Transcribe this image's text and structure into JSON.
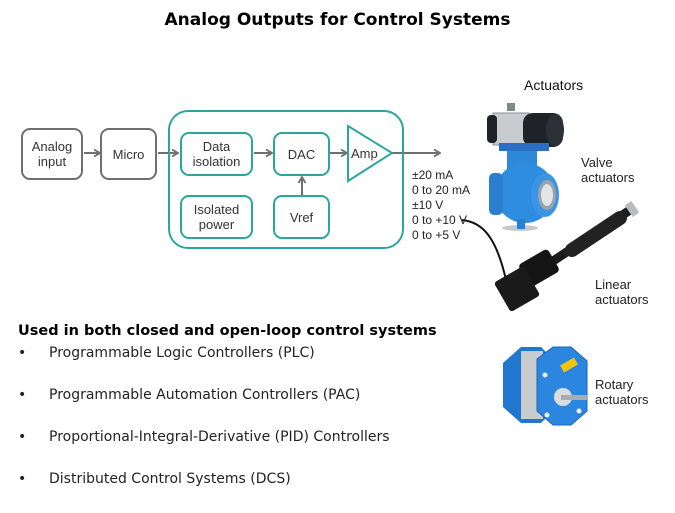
{
  "slide": {
    "title": "Analog Outputs for Control Systems"
  },
  "diagram": {
    "blocks": {
      "analog_input": "Analog\ninput",
      "micro": "Micro",
      "data_isolation": "Data\nisolation",
      "dac": "DAC",
      "amp": "Amp",
      "isolated_power": "Isolated\npower",
      "vref": "Vref"
    },
    "output_ranges": [
      "±20 mA",
      "0 to 20 mA",
      "±10 V",
      "0 to +10 V",
      "0 to +5 V"
    ],
    "colors": {
      "accent": "#2aa79d",
      "gray_border": "#6f6f6f",
      "arrow": "#6f6f6f"
    }
  },
  "actuators": {
    "heading": "Actuators",
    "items": [
      {
        "label": "Valve\nactuators",
        "icon": "valve-actuator-image"
      },
      {
        "label": "Linear\nactuators",
        "icon": "linear-actuator-image"
      },
      {
        "label": "Rotary\nactuators",
        "icon": "rotary-actuator-image"
      }
    ]
  },
  "applications": {
    "heading": "Used in both closed and open-loop control systems",
    "bullet": "•",
    "items": [
      "Programmable Logic Controllers (PLC)",
      "Programmable Automation Controllers (PAC)",
      "Proportional-Integral-Derivative (PID) Controllers",
      "Distributed Control Systems (DCS)"
    ]
  }
}
